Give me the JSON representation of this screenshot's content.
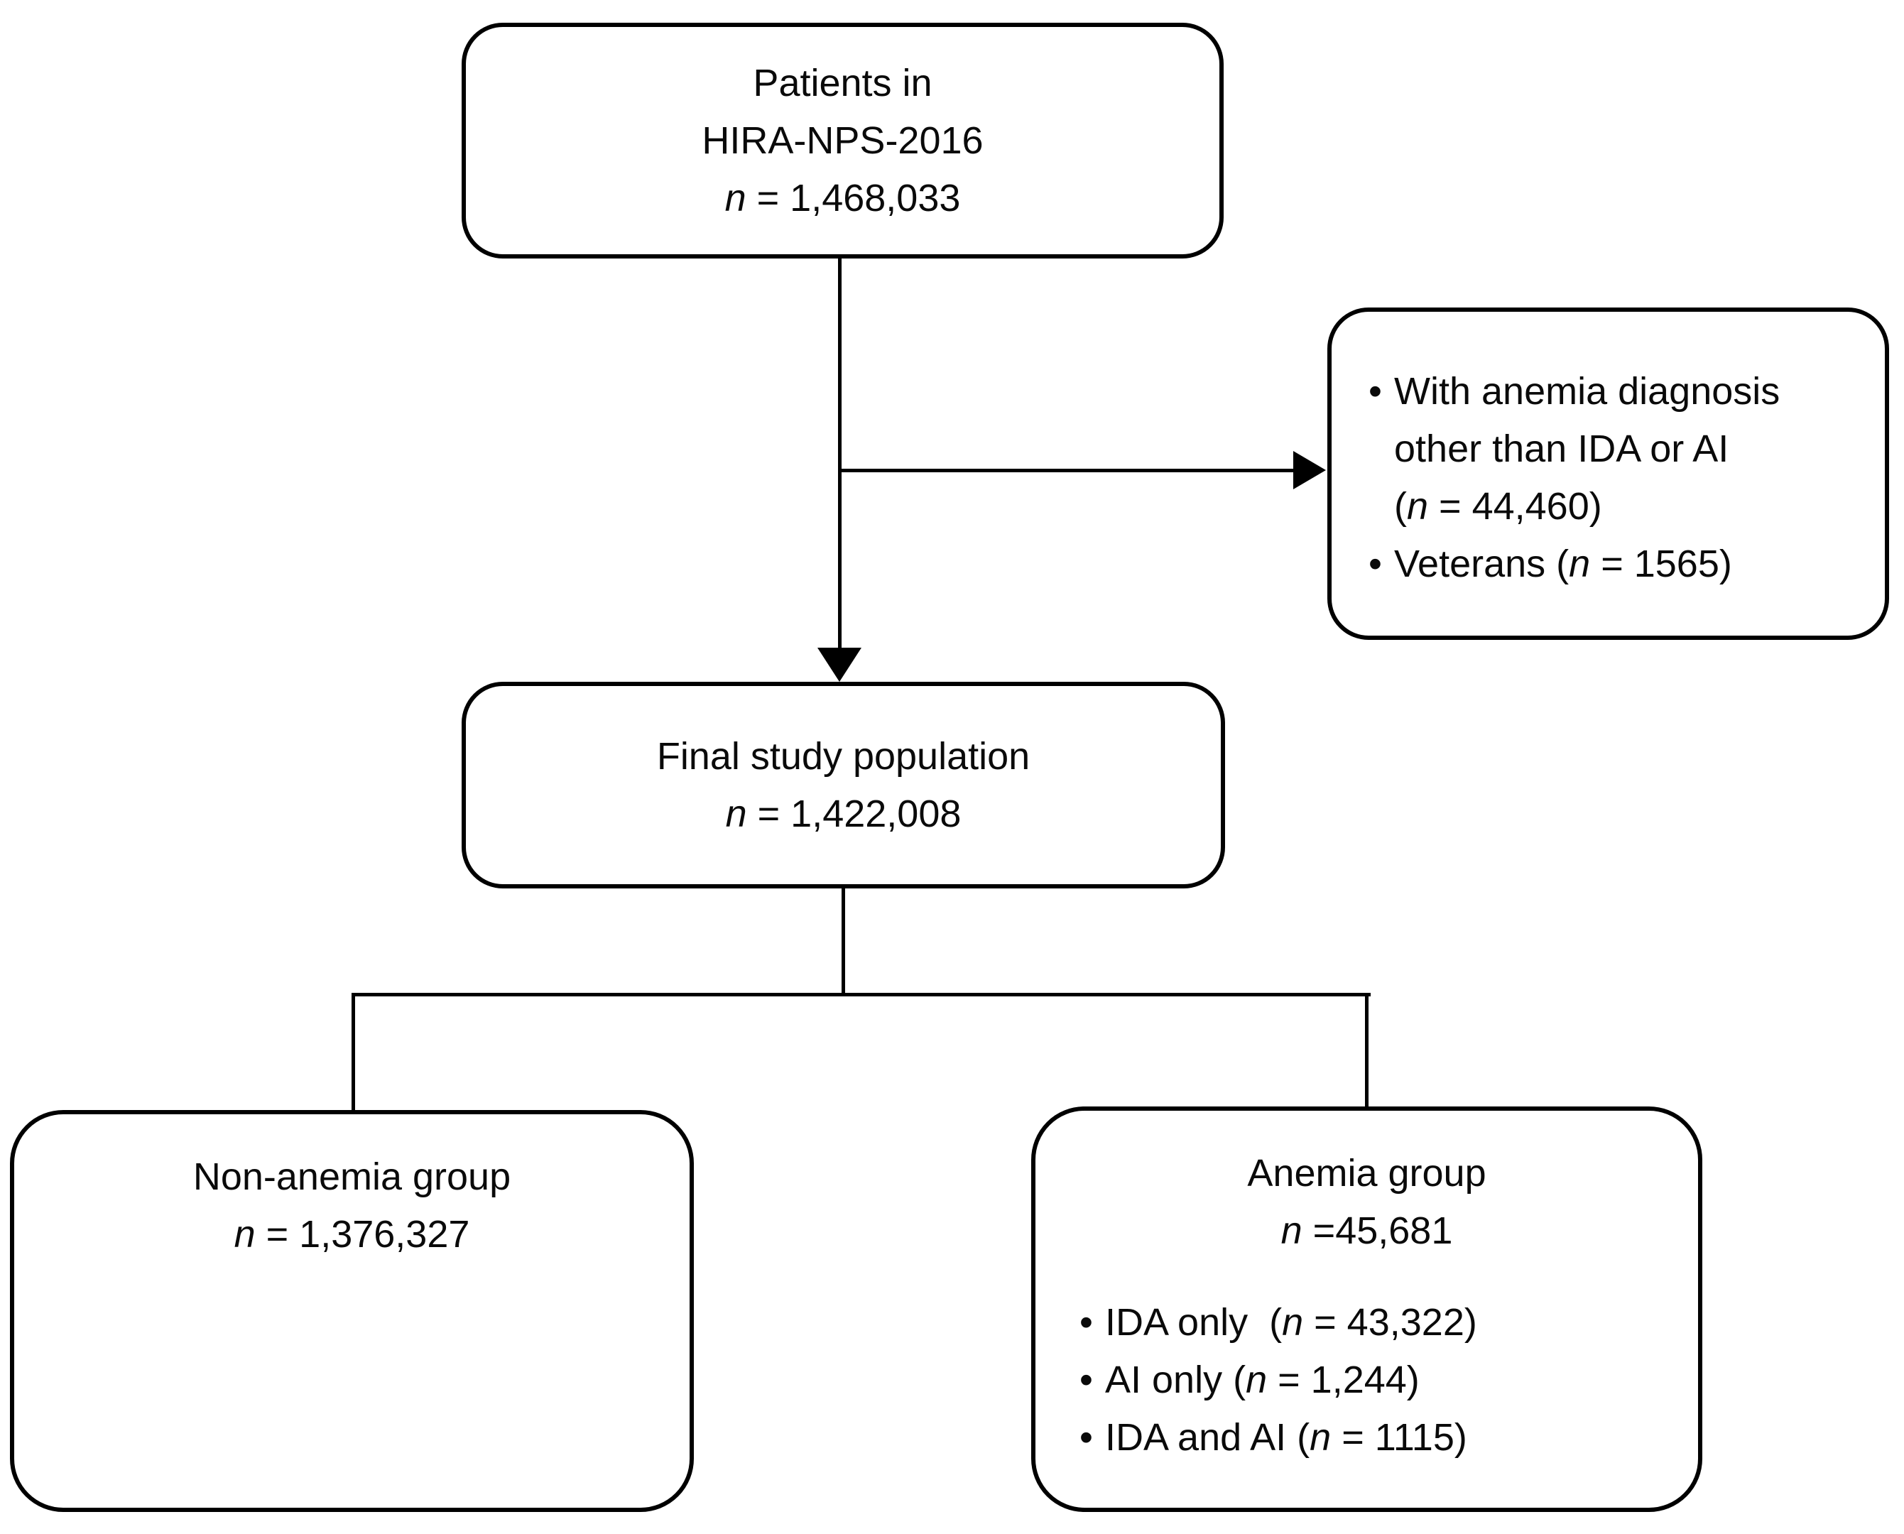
{
  "colors": {
    "line": "#000000",
    "box_border": "#000000",
    "background": "#ffffff",
    "text": "#0a0a0a"
  },
  "top_box": {
    "line1": "Patients in",
    "line2": "HIRA-NPS-2016",
    "n": {
      "sym": "n",
      "rest": " = 1,468,033"
    }
  },
  "exclusion_box": {
    "items": [
      {
        "bullet": "•",
        "line1": "With anemia diagnosis",
        "line2": "other than IDA or AI",
        "line3_pre": "(",
        "n": "n",
        "line3_post": " = 44,460)"
      },
      {
        "bullet": "•",
        "pre": "Veterans (",
        "n": "n",
        "post": " = 1565)"
      }
    ]
  },
  "final_box": {
    "line1": "Final study population",
    "n": {
      "sym": "n",
      "rest": " = 1,422,008"
    }
  },
  "left_box": {
    "line1": "Non-anemia group",
    "n": {
      "sym": "n",
      "rest": " = 1,376,327"
    }
  },
  "right_box": {
    "line1": "Anemia group",
    "n": {
      "sym": "n",
      "rest": " =45,681"
    },
    "items": [
      {
        "bullet": "•",
        "pre": "IDA only  (",
        "n": "n",
        "post": " = 43,322)"
      },
      {
        "bullet": "•",
        "pre": "AI only (",
        "n": "n",
        "post": " = 1,244)"
      },
      {
        "bullet": "•",
        "pre": "IDA and AI (",
        "n": "n",
        "post": " = 1115)"
      }
    ]
  }
}
